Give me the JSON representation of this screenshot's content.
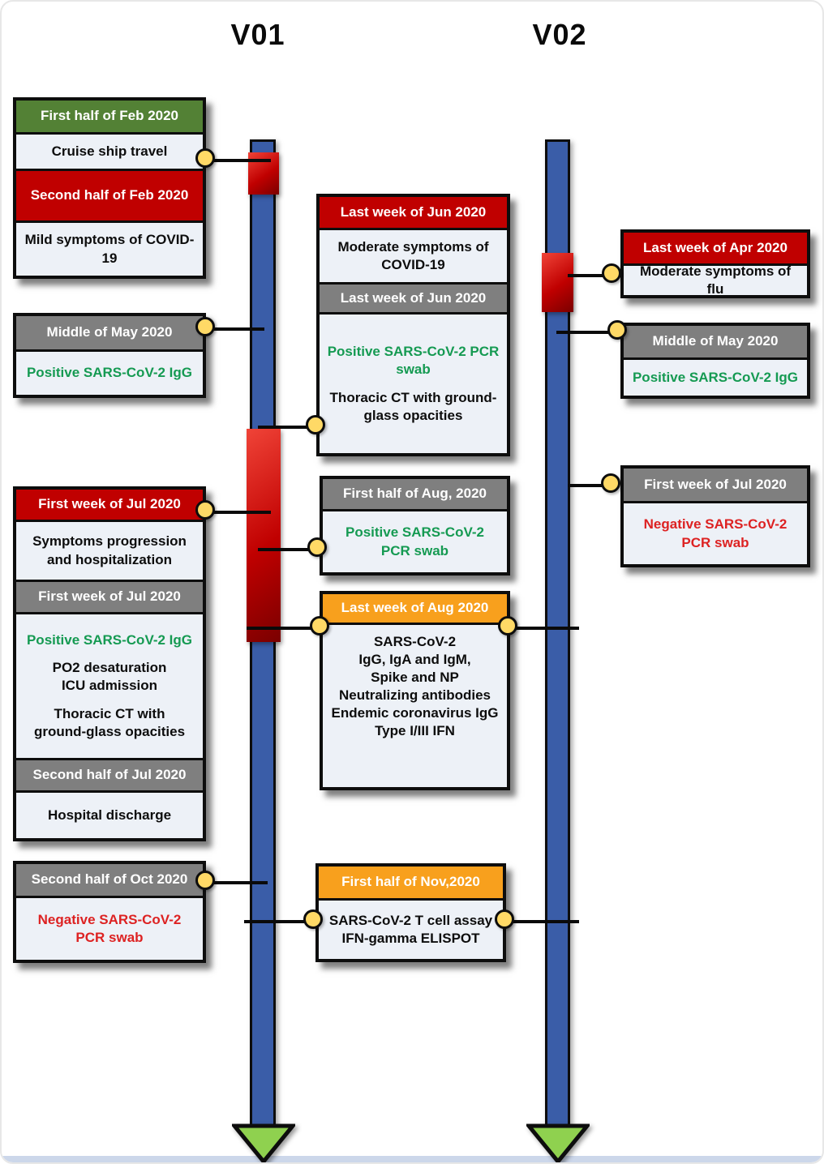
{
  "titles": {
    "v01": "V01",
    "v02": "V02"
  },
  "colors": {
    "header_green": "#538135",
    "header_red": "#c00000",
    "header_gray": "#7f7f7f",
    "header_orange": "#f8a01d",
    "body_bg": "#edf1f7",
    "positive_green": "#159a52",
    "negative_red": "#dd2222",
    "timeline_blue": "#3a5da8",
    "timeline_red": "#c00000",
    "dot_yellow": "#ffd966",
    "arrow_green": "#8fd14f"
  },
  "icons": {
    "v01_arrow": "arrow-down-icon",
    "v02_arrow": "arrow-down-icon"
  },
  "boxes": {
    "feb": {
      "h1": "First half of Feb 2020",
      "b1": "Cruise ship travel",
      "h2": "Second half of Feb 2020",
      "b2": "Mild symptoms of COVID-19"
    },
    "may_left": {
      "h1": "Middle of May 2020",
      "b1": "Positive SARS-CoV-2 IgG"
    },
    "jun_mid": {
      "h1": "Last week of Jun 2020",
      "b1": "Moderate symptoms of COVID-19",
      "h2": "Last week of Jun 2020",
      "b2a": "Positive SARS-CoV-2 PCR swab",
      "b2b": "Thoracic CT with ground-glass opacities"
    },
    "apr_right": {
      "h1": "Last week of Apr 2020",
      "b1": "Moderate symptoms of flu"
    },
    "may_right": {
      "h1": "Middle of May 2020",
      "b1": "Positive SARS-CoV-2 IgG"
    },
    "jul_right": {
      "h1": "First week of Jul 2020",
      "b1": "Negative SARS-CoV-2 PCR swab"
    },
    "jul_left": {
      "h1": "First week of Jul 2020",
      "b1": "Symptoms progression and hospitalization",
      "h2": "First week of Jul 2020",
      "b2a": "Positive SARS-CoV-2 IgG",
      "b2b": "PO2 desaturation",
      "b2c": "ICU admission",
      "b2d": "Thoracic CT with",
      "b2e": "ground-glass opacities",
      "h3": "Second half of Jul 2020",
      "b3": "Hospital discharge"
    },
    "aug_pcr": {
      "h1": "First half of Aug, 2020",
      "b1": "Positive SARS-CoV-2 PCR swab"
    },
    "aug": {
      "h1": "Last week of Aug 2020",
      "lines": [
        "SARS-CoV-2",
        "IgG, IgA and IgM,",
        "Spike and NP",
        "Neutralizing antibodies",
        "Endemic  coronavirus IgG",
        "Type I/III IFN"
      ]
    },
    "oct": {
      "h1": "Second half of Oct 2020",
      "b1": "Negative SARS-CoV-2 PCR swab"
    },
    "nov": {
      "h1": "First half of Nov,2020",
      "b1": "SARS-CoV-2 T cell assay",
      "b2": "IFN-gamma ELISPOT"
    }
  }
}
